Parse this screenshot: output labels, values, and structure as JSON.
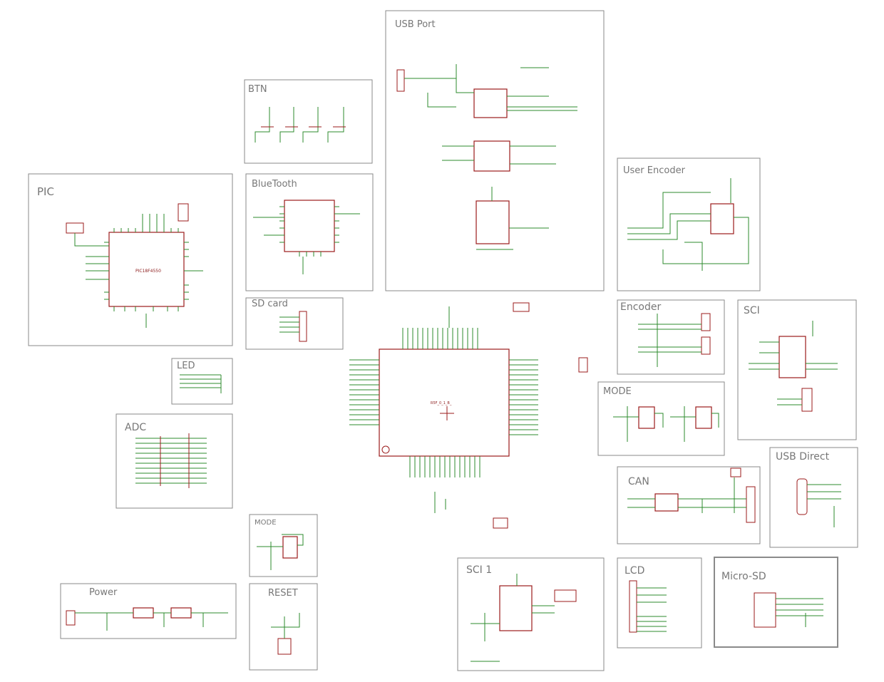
{
  "sheet": {
    "panels": [
      {
        "id": "usb-port",
        "title": "USB Port"
      },
      {
        "id": "btn",
        "title": "BTN"
      },
      {
        "id": "pic",
        "title": "PIC"
      },
      {
        "id": "bluetooth",
        "title": "BlueTooth"
      },
      {
        "id": "sd-card",
        "title": "SD card"
      },
      {
        "id": "led",
        "title": "LED"
      },
      {
        "id": "adc",
        "title": "ADC"
      },
      {
        "id": "user-encoder",
        "title": "User Encoder"
      },
      {
        "id": "encoder",
        "title": "Encoder"
      },
      {
        "id": "sci",
        "title": "SCI"
      },
      {
        "id": "mode",
        "title": "MODE"
      },
      {
        "id": "mode-small",
        "title": "MODE"
      },
      {
        "id": "usb-direct",
        "title": "USB Direct"
      },
      {
        "id": "can",
        "title": "CAN"
      },
      {
        "id": "power",
        "title": "Power"
      },
      {
        "id": "reset",
        "title": "RESET"
      },
      {
        "id": "sci1",
        "title": "SCI 1"
      },
      {
        "id": "lcd",
        "title": "LCD"
      },
      {
        "id": "micro-sd",
        "title": "Micro-SD"
      }
    ],
    "chip_labels": {
      "pic_chip": "PIC18F4550",
      "main_mcu": "R5F_0_1_B_"
    }
  }
}
